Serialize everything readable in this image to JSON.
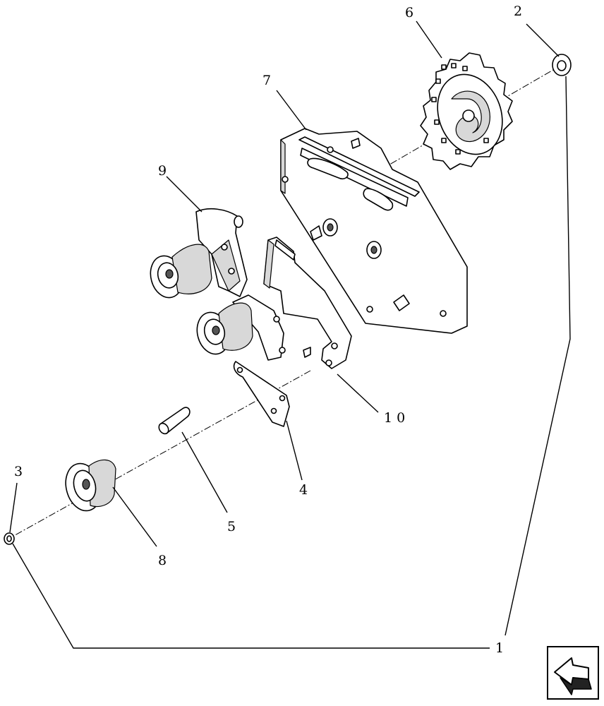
{
  "diagram": {
    "callouts": [
      {
        "id": "1",
        "text": "1"
      },
      {
        "id": "2",
        "text": "2"
      },
      {
        "id": "3",
        "text": "3"
      },
      {
        "id": "4",
        "text": "4"
      },
      {
        "id": "5",
        "text": "5"
      },
      {
        "id": "6",
        "text": "6"
      },
      {
        "id": "7",
        "text": "7"
      },
      {
        "id": "8",
        "text": "8"
      },
      {
        "id": "9",
        "text": "9"
      },
      {
        "id": "10",
        "text": "1 0"
      }
    ],
    "parts": [
      "washer",
      "sprocket",
      "plate",
      "idler-arm-upper",
      "bracket-arm",
      "idler-roller-lower",
      "link-plate",
      "pin",
      "idler-roller",
      "snap-ring"
    ],
    "nav_icon": "back-arrow-icon"
  }
}
